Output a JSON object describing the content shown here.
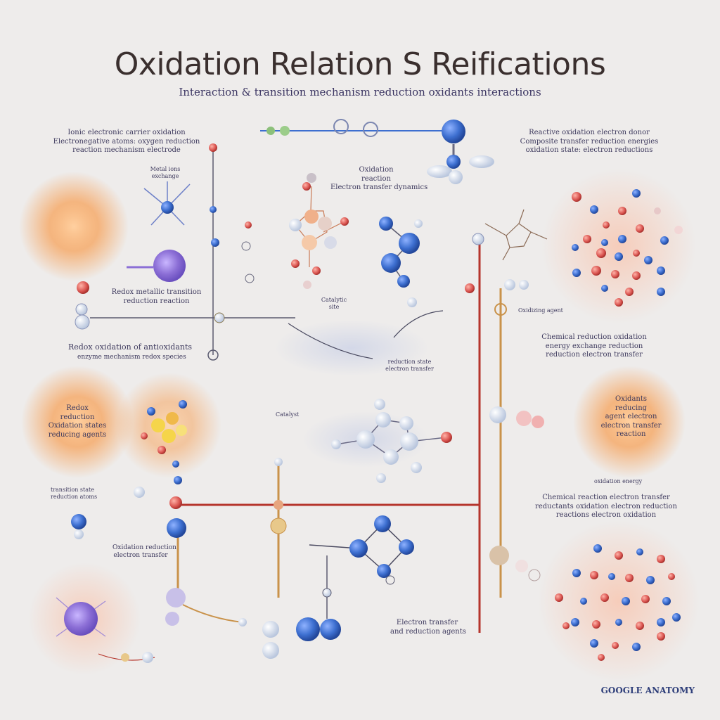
{
  "header": {
    "title": "Oxidation Relation S Reifications",
    "subtitle": "Interaction & transition mechanism reduction oxidants interactions"
  },
  "colors": {
    "background": "#eeeceb",
    "atom_blue": "#3d6fd0",
    "atom_red": "#d9534f",
    "glow_orange": "#f6a25a",
    "glow_purple": "#8c6fd6",
    "bond_red": "#b5352c",
    "bond_gold": "#c9924a"
  },
  "labels": {
    "top_left": "Ionic electronic carrier oxidation\nElectronegative atoms: oxygen reduction\nreaction mechanism electrode",
    "top_right": "Reactive oxidation electron donor\nComposite transfer reduction energies\noxidation state: electron reductions",
    "upper_left_small": "Metal ions\nexchange",
    "upper_center": "Oxidation\nreaction\nElectron transfer dynamics",
    "mid_left": "Redox metallic transition\nreduction reaction",
    "mid_small": "Catalytic\nsite",
    "left_header": "Redox oxidation of antioxidants",
    "left_sub": "enzyme mechanism redox species",
    "center_small": "reduction state\nelectron transfer",
    "right_upper_small": "Oxidizing agent",
    "right_mid": "Chemical reduction oxidation\nenergy exchange reduction\nreduction electron transfer",
    "left_glow": "Redox\nreduction\nOxidation states\nreducing agents",
    "center_glow_label": "Catalyst",
    "right_glow": "Oxidants\nreducing\nagent electron\nelectron transfer\nreaction",
    "lower_left_small": "transition state\nreduction atoms",
    "right_lower_small": "oxidation energy",
    "right_lower_block": "Chemical reaction electron transfer\nreductants oxidation electron reduction\nreactions electron oxidation",
    "lower_left_mid": "Oxidation reduction\nelectron transfer",
    "bottom_center": "Electron transfer\nand reduction agents",
    "brand": "GOOGLE ANATOMY"
  }
}
